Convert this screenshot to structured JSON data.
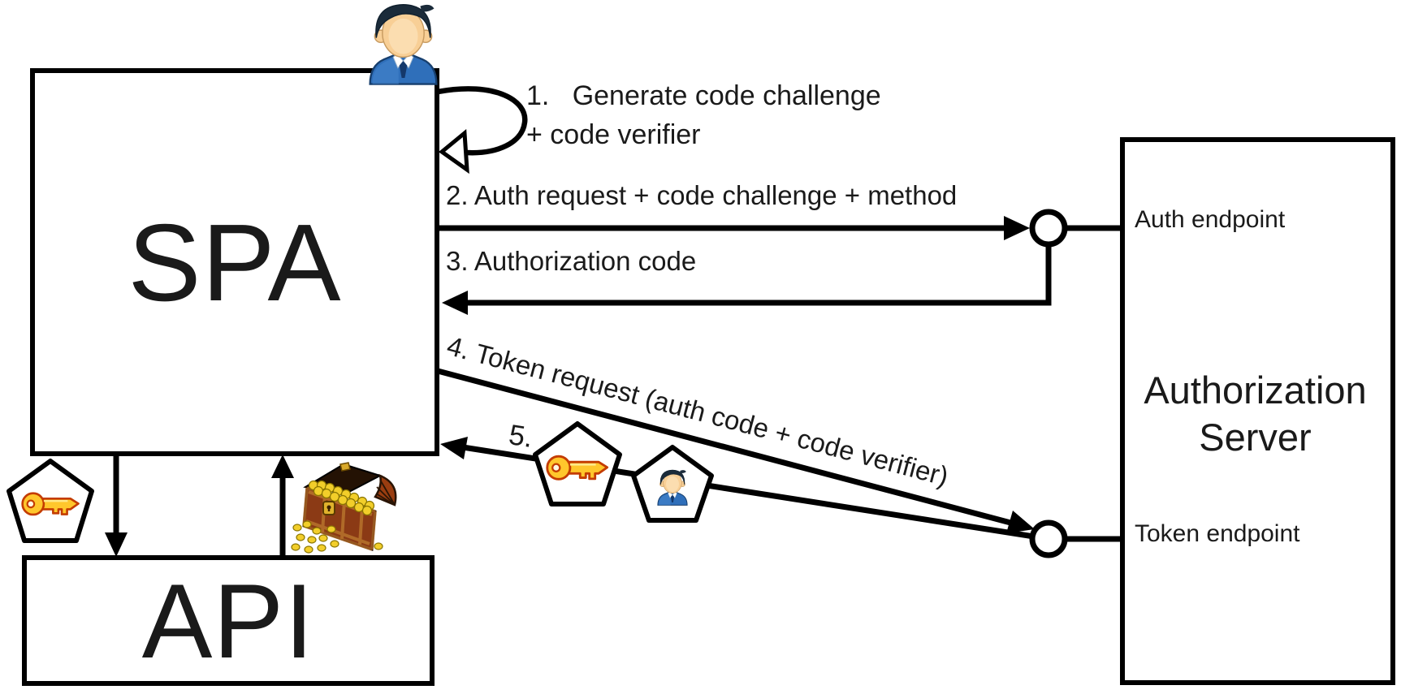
{
  "title": "OAuth PKCE authorization code flow diagram",
  "boxes": {
    "spa_label": "SPA",
    "api_label": "API",
    "auth_server_label": "Authorization\nServer",
    "auth_endpoint_label": "Auth endpoint",
    "token_endpoint_label": "Token endpoint"
  },
  "steps": {
    "step1": "1.   Generate code challenge\n+ code verifier",
    "step2": "2. Auth request + code challenge + method",
    "step3": "3. Authorization code",
    "step4": "4. Token request (auth code + code verifier)",
    "step5": "5."
  },
  "icons": {
    "user": "user-avatar",
    "access_token": "key-in-pentagon",
    "id_token": "person-in-pentagon",
    "api_key": "key-in-pentagon",
    "protected_resources": "treasure-chest"
  },
  "colors": {
    "background": "#ffffff",
    "line": "#000000",
    "key_fill": "#ffc72c",
    "key_outline": "#c43c00",
    "avatar_suit": "#2f6fba",
    "avatar_skin": "#f8cf96",
    "avatar_hair": "#1b2b3a",
    "chest_wood": "#8b3a15",
    "chest_frame": "#b06a28",
    "coin_gold": "#f2ce2a"
  }
}
